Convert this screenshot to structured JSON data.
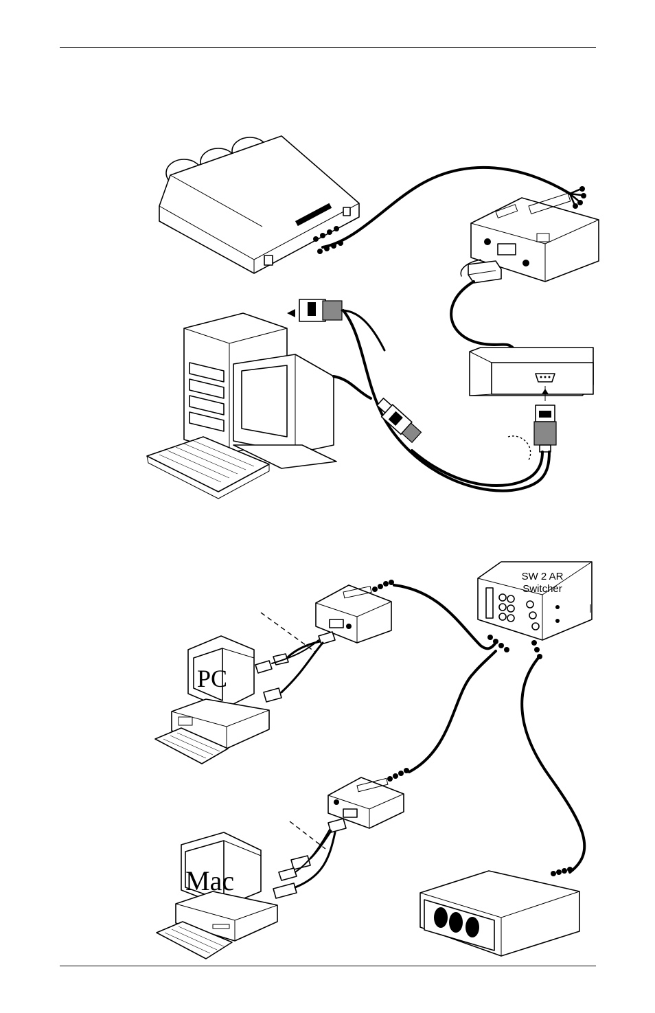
{
  "page": {
    "top_rule": true,
    "bottom_rule": true
  },
  "figure_top": {
    "components": [
      "projector",
      "interface",
      "computer-workstation",
      "mac-buffer-adapter"
    ]
  },
  "figure_bottom": {
    "switcher_label_line1": "SW 2 AR",
    "switcher_label_line2": "Switcher",
    "pc_label": "PC",
    "mac_label": "Mac",
    "components": [
      "pc-computer",
      "pc-interface",
      "mac-computer",
      "mac-interface",
      "switcher",
      "projector"
    ]
  }
}
